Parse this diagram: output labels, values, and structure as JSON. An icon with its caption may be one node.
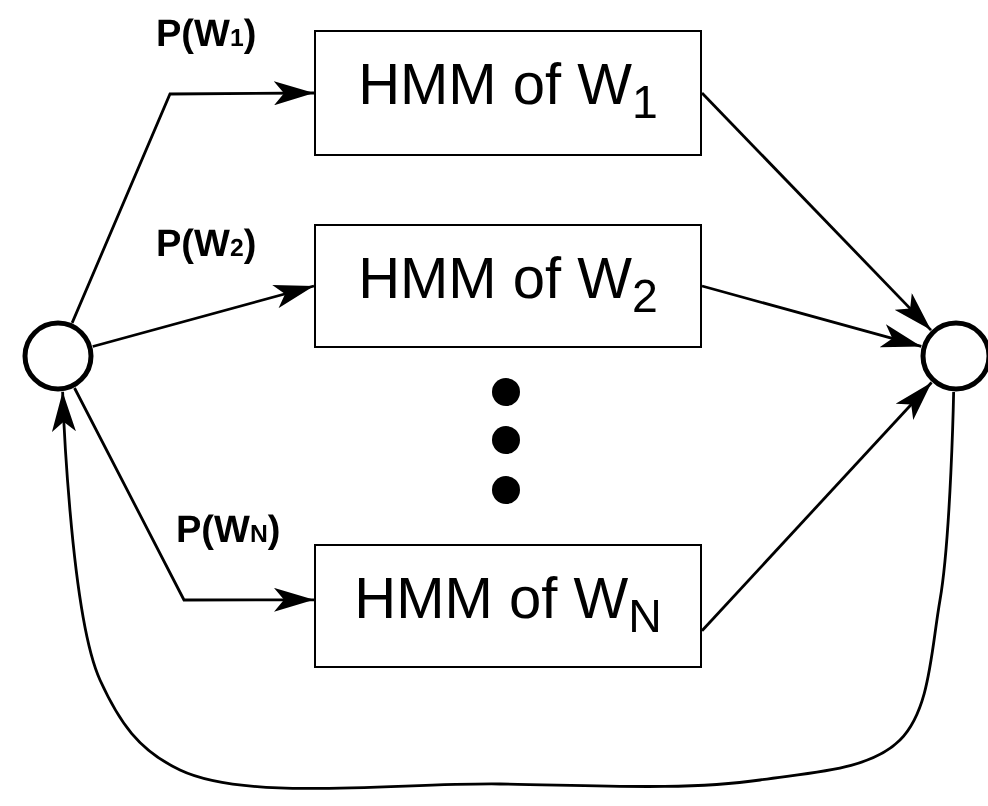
{
  "diagram": {
    "nodes": [
      {
        "text": [],
        "shape": "circle"
      },
      {
        "text": [
          "HMM of W$_{1}$"
        ]
      },
      {
        "text": [
          "HMM of W$_{2}$"
        ]
      },
      {
        "text": [
          "HMM of W$_{N}$"
        ]
      },
      {
        "text": [],
        "shape": "circle"
      }
    ],
    "edges": [
      {
        "from": 0,
        "to": 1,
        "arrow": "to",
        "label": "P(W$_{1}$)"
      },
      {
        "from": 0,
        "to": 2,
        "arrow": "to",
        "label": "P(W$_{2}$)"
      },
      {
        "from": 0,
        "to": 3,
        "arrow": "to",
        "label": "P(W$_{N}$)"
      },
      {
        "from": 1,
        "to": 4,
        "arrow": "to"
      },
      {
        "from": 2,
        "to": 4,
        "arrow": "to"
      },
      {
        "from": 3,
        "to": 4,
        "arrow": "to"
      },
      {
        "from": 4,
        "to": 0,
        "arrow": "to"
      }
    ]
  }
}
